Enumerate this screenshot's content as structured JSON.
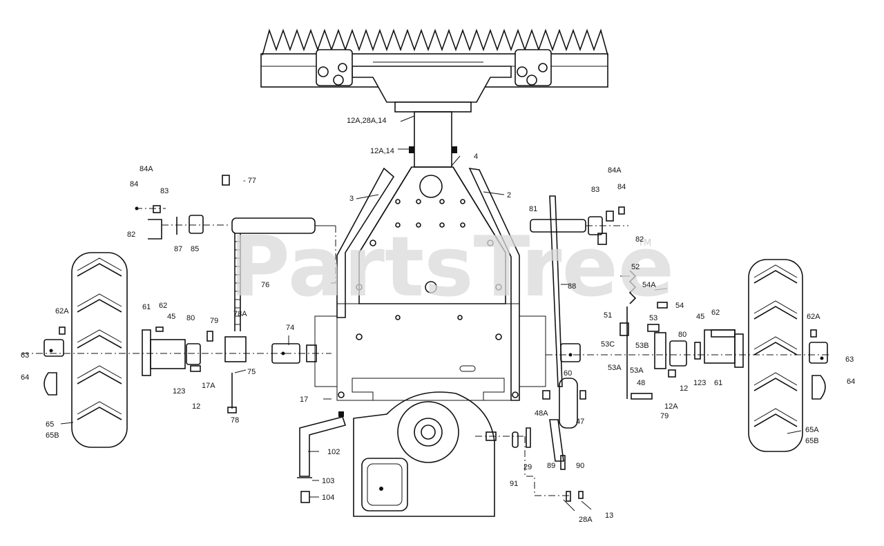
{
  "watermark": {
    "text": "PartsTree",
    "mark": "TM"
  },
  "labels": [
    {
      "id": "l1",
      "text": "12A,28A,14"
    },
    {
      "id": "l2",
      "text": "12A,14"
    },
    {
      "id": "l3",
      "text": "4"
    },
    {
      "id": "l4",
      "text": "3"
    },
    {
      "id": "l5",
      "text": "2"
    },
    {
      "id": "l6",
      "text": "84A"
    },
    {
      "id": "l7",
      "text": "84"
    },
    {
      "id": "l8",
      "text": "83"
    },
    {
      "id": "l9",
      "text": "82"
    },
    {
      "id": "l10",
      "text": "87"
    },
    {
      "id": "l11",
      "text": "85"
    },
    {
      "id": "l12",
      "text": "- 77"
    },
    {
      "id": "l13",
      "text": "76"
    },
    {
      "id": "l14",
      "text": "78A"
    },
    {
      "id": "l15",
      "text": "62A"
    },
    {
      "id": "l16",
      "text": "61"
    },
    {
      "id": "l17",
      "text": "62"
    },
    {
      "id": "l18",
      "text": "45"
    },
    {
      "id": "l19",
      "text": "80"
    },
    {
      "id": "l20",
      "text": "79"
    },
    {
      "id": "l21",
      "text": "74"
    },
    {
      "id": "l22",
      "text": "63"
    },
    {
      "id": "l23",
      "text": "64"
    },
    {
      "id": "l24",
      "text": "17A"
    },
    {
      "id": "l25",
      "text": "75"
    },
    {
      "id": "l26",
      "text": "123"
    },
    {
      "id": "l27",
      "text": "12"
    },
    {
      "id": "l28",
      "text": "78"
    },
    {
      "id": "l29",
      "text": "17"
    },
    {
      "id": "l30",
      "text": "65"
    },
    {
      "id": "l31",
      "text": "65B"
    },
    {
      "id": "l32",
      "text": "102"
    },
    {
      "id": "l33",
      "text": "103"
    },
    {
      "id": "l34",
      "text": "104"
    },
    {
      "id": "l35",
      "text": "91"
    },
    {
      "id": "l36",
      "text": "29"
    },
    {
      "id": "l37",
      "text": "89"
    },
    {
      "id": "l38",
      "text": "90"
    },
    {
      "id": "l39",
      "text": "28A"
    },
    {
      "id": "l40",
      "text": "13"
    },
    {
      "id": "l41",
      "text": "81"
    },
    {
      "id": "l42",
      "text": "83"
    },
    {
      "id": "l43",
      "text": "84A"
    },
    {
      "id": "l44",
      "text": "84"
    },
    {
      "id": "l45",
      "text": "82"
    },
    {
      "id": "l46",
      "text": "88"
    },
    {
      "id": "l47",
      "text": "52"
    },
    {
      "id": "l48",
      "text": "54A"
    },
    {
      "id": "l49",
      "text": "54"
    },
    {
      "id": "l50",
      "text": "51"
    },
    {
      "id": "l51",
      "text": "53"
    },
    {
      "id": "l52",
      "text": "53C"
    },
    {
      "id": "l53",
      "text": "53B"
    },
    {
      "id": "l54",
      "text": "80"
    },
    {
      "id": "l55",
      "text": "45"
    },
    {
      "id": "l56",
      "text": "62"
    },
    {
      "id": "l57",
      "text": "62A"
    },
    {
      "id": "l58",
      "text": "63"
    },
    {
      "id": "l59",
      "text": "53A"
    },
    {
      "id": "l60",
      "text": "53A"
    },
    {
      "id": "l61",
      "text": "123"
    },
    {
      "id": "l62",
      "text": "61"
    },
    {
      "id": "l63",
      "text": "64"
    },
    {
      "id": "l64",
      "text": "60"
    },
    {
      "id": "l65",
      "text": "12"
    },
    {
      "id": "l66",
      "text": "48"
    },
    {
      "id": "l67",
      "text": "12A"
    },
    {
      "id": "l68",
      "text": "48A"
    },
    {
      "id": "l69",
      "text": "47"
    },
    {
      "id": "l70",
      "text": "79"
    },
    {
      "id": "l71",
      "text": "65A"
    },
    {
      "id": "l72",
      "text": "65B"
    }
  ]
}
